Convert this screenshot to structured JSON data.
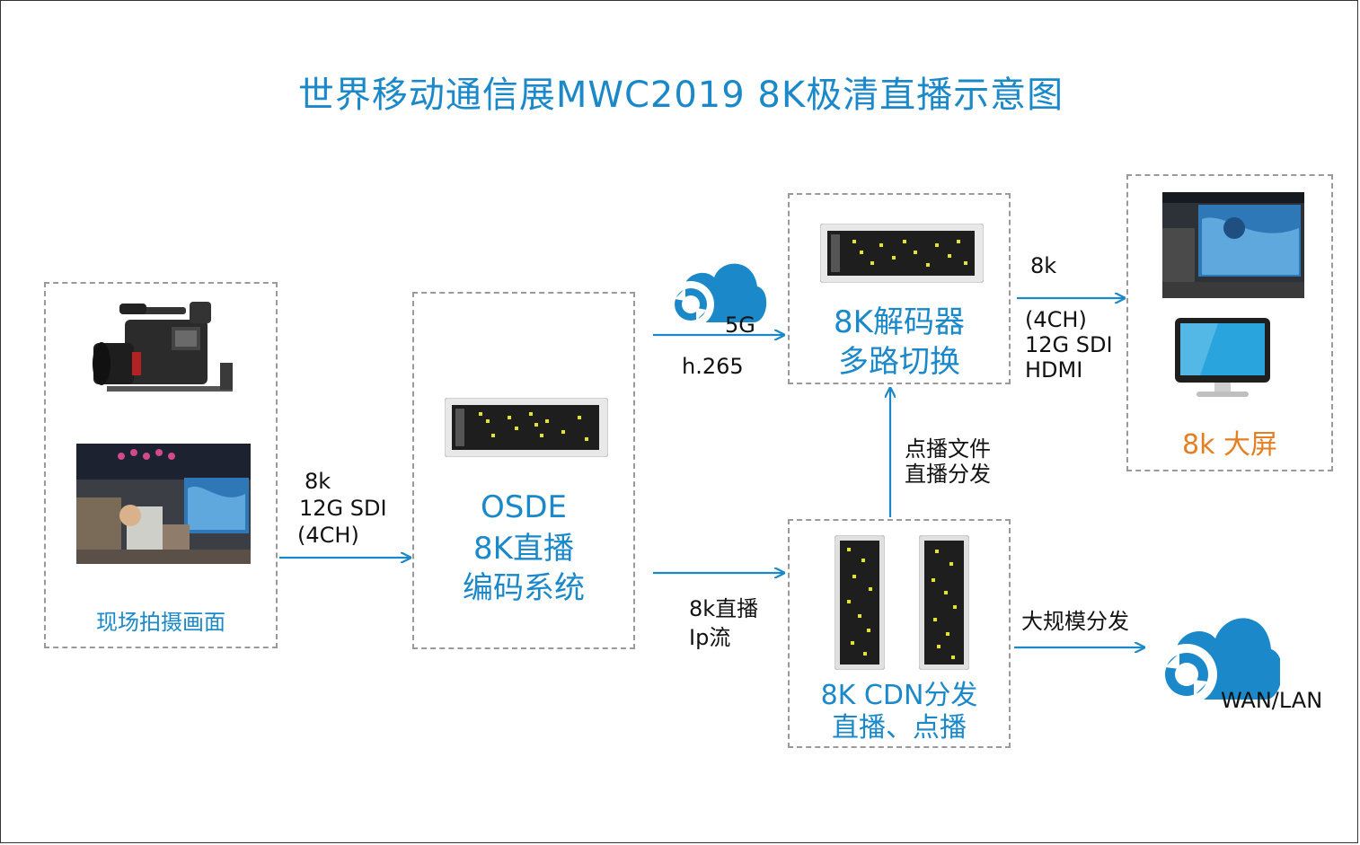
{
  "title": "世界移动通信展MWC2019 8K极清直播示意图",
  "nodes": {
    "scene": {
      "label": "现场拍摄画面"
    },
    "encoder": {
      "line1": "OSDE",
      "line2": "8K直播",
      "line3": "编码系统"
    },
    "decoder": {
      "line1": "8K解码器",
      "line2": "多路切换"
    },
    "cdn": {
      "line1": "8K CDN分发",
      "line2": "直播、点播"
    },
    "screen": {
      "label": "8k 大屏"
    },
    "wan": {
      "label": "WAN/LAN"
    }
  },
  "edges": {
    "scene_to_encoder": [
      "8k",
      "12G SDI",
      "(4CH)"
    ],
    "encoder_to_decoder": {
      "network": "5G",
      "codec": "h.265"
    },
    "encoder_to_cdn": [
      "8k直播",
      "Ip流"
    ],
    "cdn_to_decoder": [
      "点播文件",
      "直播分发"
    ],
    "decoder_to_screen": {
      "top": "8k",
      "bottom": [
        "(4CH)",
        "12G SDI",
        "HDMI"
      ]
    },
    "cdn_to_wan": "大规模分发"
  },
  "colors": {
    "accent": "#1a88c9",
    "screen_label": "#e67e22",
    "box_border": "#9a9a9a"
  }
}
